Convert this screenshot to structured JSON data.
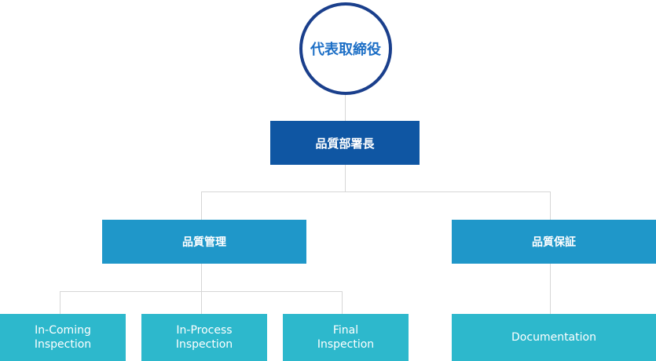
{
  "ceo": {
    "label": "代表取締役"
  },
  "quality_head": {
    "label": "品質部署長"
  },
  "branches": [
    {
      "label": "品質管理"
    },
    {
      "label": "品質保証"
    }
  ],
  "leaves": [
    {
      "label": "In-Coming\nInspection"
    },
    {
      "label": "In-Process\nInspection"
    },
    {
      "label": "Final\nInspection"
    },
    {
      "label": "Documentation"
    }
  ],
  "colors": {
    "ceo_border": "#1a3f8c",
    "ceo_text": "#1d6fc6",
    "head_box": "#0f56a3",
    "branch_box": "#1f97c9",
    "leaf_box": "#2db8cc",
    "connector": "#d6d6d6"
  }
}
